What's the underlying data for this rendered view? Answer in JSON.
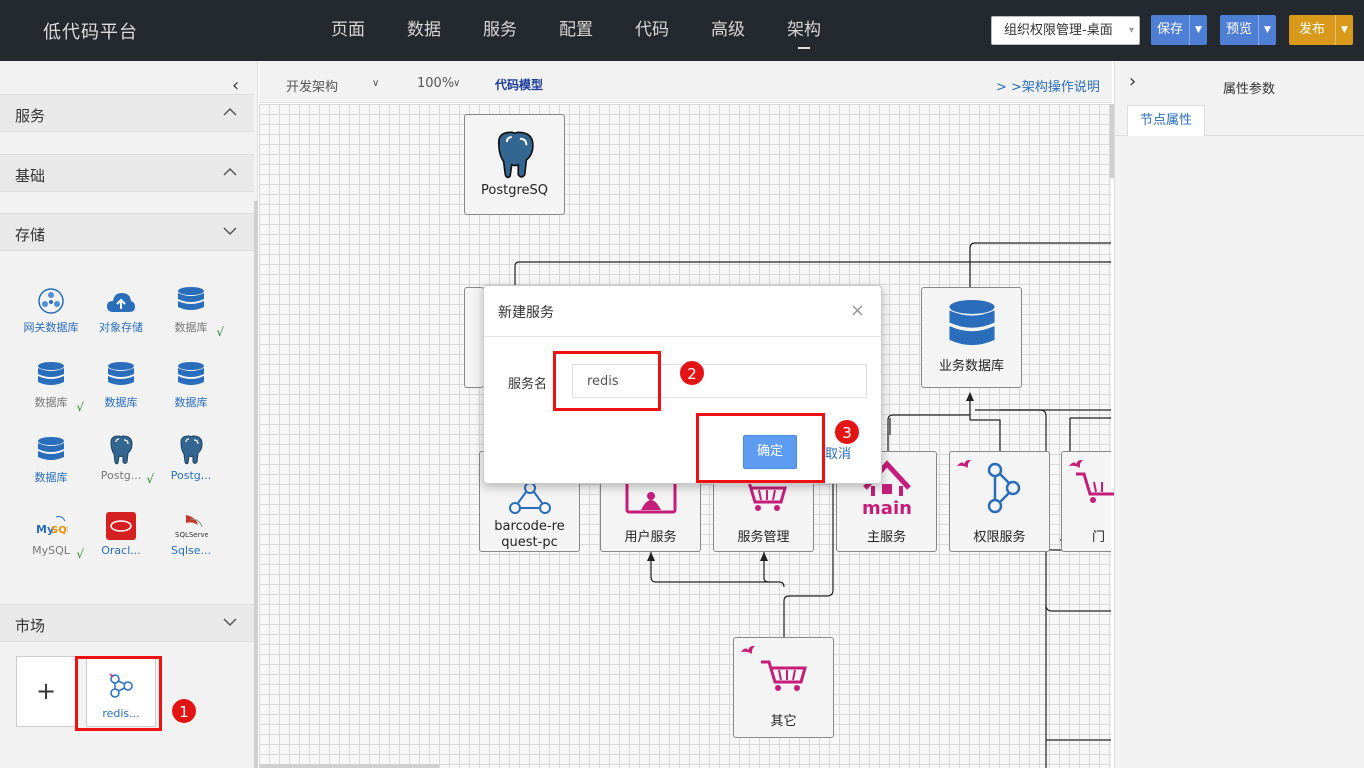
{
  "app": {
    "title": "低代码平台"
  },
  "topnav": {
    "items": [
      {
        "label": "页面"
      },
      {
        "label": "数据"
      },
      {
        "label": "服务"
      },
      {
        "label": "配置"
      },
      {
        "label": "代码"
      },
      {
        "label": "高级"
      },
      {
        "label": "架构",
        "active": true
      }
    ],
    "project_select": "组织权限管理-桌面",
    "save_label": "保存",
    "preview_label": "预览",
    "publish_label": "发布"
  },
  "sidebar": {
    "sections": [
      {
        "title": "服务",
        "state": "expanded-up"
      },
      {
        "title": "基础",
        "state": "expanded-up"
      },
      {
        "title": "存储",
        "state": "collapsed-down"
      },
      {
        "title": "市场",
        "state": "collapsed-down"
      }
    ],
    "storage_items": [
      {
        "label": "网关数据库",
        "icon": "gateway-db-icon",
        "checked": false
      },
      {
        "label": "对象存储",
        "icon": "cloud-storage-icon",
        "checked": false
      },
      {
        "label": "数据库",
        "icon": "database-icon",
        "checked": true
      },
      {
        "label": "数据库",
        "icon": "database-icon",
        "checked": true
      },
      {
        "label": "数据库",
        "icon": "database-icon",
        "checked": false
      },
      {
        "label": "数据库",
        "icon": "database-icon",
        "checked": false
      },
      {
        "label": "数据库",
        "icon": "database-icon",
        "checked": false
      },
      {
        "label": "Postg...",
        "icon": "postgresql-icon",
        "checked": true
      },
      {
        "label": "Postg...",
        "icon": "postgresql-icon",
        "checked": false
      },
      {
        "label": "MySQL",
        "icon": "mysql-icon",
        "checked": true
      },
      {
        "label": "Oracl...",
        "icon": "oracle-icon",
        "checked": false
      },
      {
        "label": "Sqlse...",
        "icon": "sqlserver-icon",
        "checked": false
      }
    ],
    "market": {
      "add_label": "+",
      "item_label": "redis..."
    }
  },
  "toolbar": {
    "view_select": "开发架构",
    "zoom": "100%",
    "code_model": "代码模型",
    "help_link": "> >架构操作说明"
  },
  "canvas": {
    "nodes": [
      {
        "id": "postgres",
        "label": "PostgreSQ"
      },
      {
        "id": "bizdb",
        "label": "业务数据库"
      },
      {
        "id": "barcode",
        "label": "barcode-re",
        "label2": "quest-pc"
      },
      {
        "id": "user",
        "label": "用户服务"
      },
      {
        "id": "svcmgr",
        "label": "服务管理"
      },
      {
        "id": "main",
        "label": "主服务"
      },
      {
        "id": "perm",
        "label": "权限服务"
      },
      {
        "id": "partial",
        "label": "门"
      },
      {
        "id": "other",
        "label": "其它"
      }
    ]
  },
  "rightpanel": {
    "title": "属性参数",
    "tab": "节点属性"
  },
  "modal": {
    "title": "新建服务",
    "close": "×",
    "field_label": "服务名",
    "field_value": "redis",
    "ok_label": "确定",
    "cancel_label": "取消"
  },
  "annotations": [
    {
      "number": "1"
    },
    {
      "number": "2"
    },
    {
      "number": "3"
    }
  ],
  "colors": {
    "topbar": "#24292f",
    "primary_blue": "#4f7fd4",
    "publish_orange": "#d99a1c",
    "link_blue": "#2a6ebb",
    "annotation_red": "#e31414",
    "node_magenta": "#c41e7a"
  }
}
